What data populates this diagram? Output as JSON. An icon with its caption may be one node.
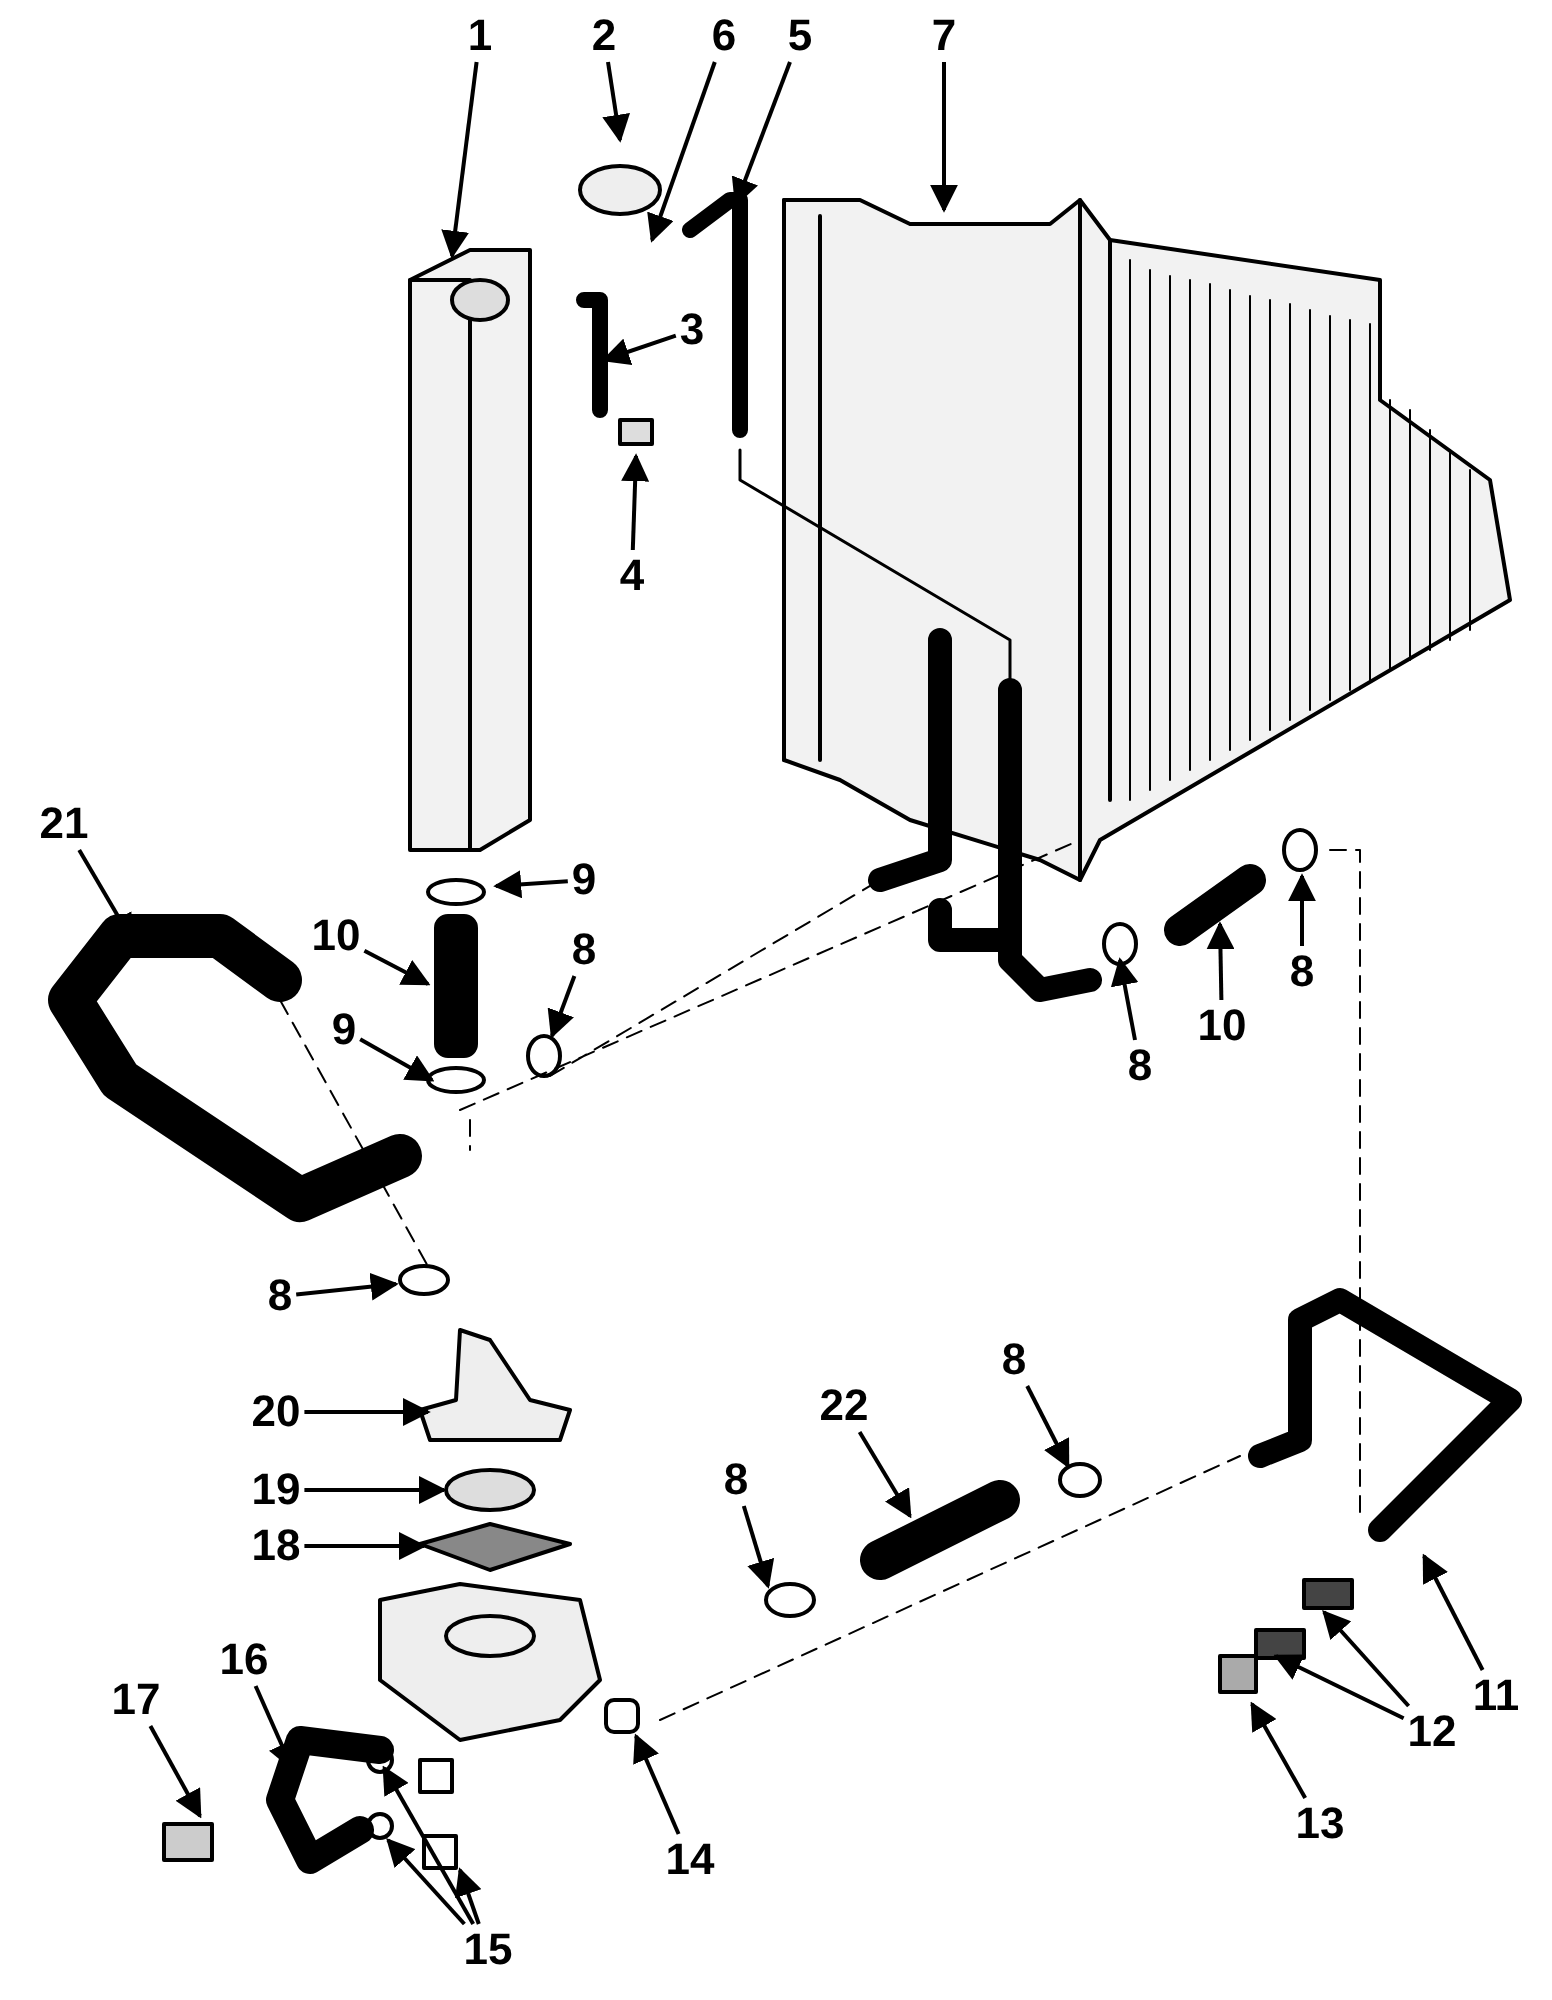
{
  "diagram": {
    "nodes": [
      {
        "text": [
          "1"
        ]
      },
      {
        "text": [
          "2"
        ]
      },
      {
        "text": [
          "6"
        ]
      },
      {
        "text": [
          "5"
        ]
      },
      {
        "text": [
          "7"
        ]
      },
      {
        "text": [
          "3"
        ]
      },
      {
        "text": [
          "4"
        ]
      },
      {
        "text": [
          "21"
        ]
      },
      {
        "text": [
          "9"
        ]
      },
      {
        "text": [
          "10"
        ]
      },
      {
        "text": [
          "8"
        ]
      },
      {
        "text": [
          "9"
        ]
      },
      {
        "text": [
          "8"
        ]
      },
      {
        "text": [
          "10"
        ]
      },
      {
        "text": [
          "8"
        ]
      },
      {
        "text": [
          "8"
        ]
      },
      {
        "text": [
          "20"
        ]
      },
      {
        "text": [
          "19"
        ]
      },
      {
        "text": [
          "18"
        ]
      },
      {
        "text": [
          "22"
        ]
      },
      {
        "text": [
          "8"
        ]
      },
      {
        "text": [
          "8"
        ]
      },
      {
        "text": [
          "11"
        ]
      },
      {
        "text": [
          "12"
        ]
      },
      {
        "text": [
          "13"
        ]
      },
      {
        "text": [
          "14"
        ]
      },
      {
        "text": [
          "16"
        ]
      },
      {
        "text": [
          "17"
        ]
      },
      {
        "text": [
          "15"
        ]
      }
    ],
    "edges": [
      {
        "from": 0,
        "to": null,
        "arrow": "to"
      },
      {
        "from": 1,
        "to": null,
        "arrow": "to"
      },
      {
        "from": 2,
        "to": null,
        "arrow": "to"
      },
      {
        "from": 3,
        "to": null,
        "arrow": "to"
      },
      {
        "from": 4,
        "to": null,
        "arrow": "to"
      },
      {
        "from": 5,
        "to": null,
        "arrow": "to"
      },
      {
        "from": 6,
        "to": null,
        "arrow": "to"
      },
      {
        "from": 7,
        "to": null,
        "arrow": "to"
      },
      {
        "from": 8,
        "to": null,
        "arrow": "to"
      },
      {
        "from": 9,
        "to": null,
        "arrow": "to"
      },
      {
        "from": 10,
        "to": null,
        "arrow": "to"
      },
      {
        "from": 11,
        "to": null,
        "arrow": "to"
      },
      {
        "from": 12,
        "to": null,
        "arrow": "to"
      },
      {
        "from": 13,
        "to": null,
        "arrow": "to"
      },
      {
        "from": 14,
        "to": null,
        "arrow": "to"
      },
      {
        "from": 15,
        "to": null,
        "arrow": "to"
      },
      {
        "from": 16,
        "to": null,
        "arrow": "to"
      },
      {
        "from": 17,
        "to": null,
        "arrow": "to"
      },
      {
        "from": 18,
        "to": null,
        "arrow": "to"
      },
      {
        "from": 19,
        "to": null,
        "arrow": "to"
      },
      {
        "from": 20,
        "to": null,
        "arrow": "to"
      },
      {
        "from": 21,
        "to": null,
        "arrow": "to"
      },
      {
        "from": 22,
        "to": null,
        "arrow": "to"
      },
      {
        "from": 23,
        "to": null,
        "arrow": "to"
      },
      {
        "from": 23,
        "to": null,
        "arrow": "to"
      },
      {
        "from": 24,
        "to": null,
        "arrow": "to"
      },
      {
        "from": 25,
        "to": null,
        "arrow": "to"
      },
      {
        "from": 26,
        "to": null,
        "arrow": "to"
      },
      {
        "from": 27,
        "to": null,
        "arrow": "to"
      },
      {
        "from": 28,
        "to": null,
        "arrow": "to"
      },
      {
        "from": 28,
        "to": null,
        "arrow": "to"
      },
      {
        "from": 28,
        "to": null,
        "arrow": "to"
      }
    ]
  }
}
